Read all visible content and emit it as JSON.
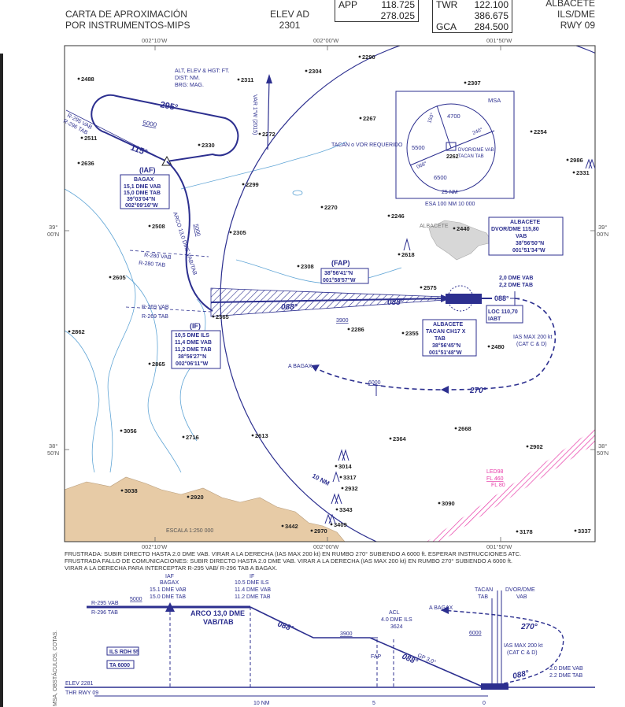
{
  "header": {
    "title_line1": "CARTA DE APROXIMACIÓN",
    "title_line2": "POR INSTRUMENTOS-MIPS",
    "elev_label": "ELEV AD",
    "elev_value": "2301",
    "app_label": "APP",
    "app_freq1": "118.725",
    "app_freq2": "278.025",
    "twr_label": "TWR",
    "twr_freq1": "122.100",
    "twr_freq2": "386.675",
    "gca_label": "GCA",
    "gca_freq": "284.500",
    "airport": "ALBACETE",
    "approach": "ILS/DME",
    "runway": "RWY 09"
  },
  "map": {
    "lon_top": [
      "002°10'W",
      "002°00'W",
      "001°50'W"
    ],
    "lon_bottom": [
      "002°10'W",
      "002°00'W",
      "001°50'W"
    ],
    "lat_left": [
      [
        "39°",
        "00'N"
      ],
      [
        "38°",
        "50'N"
      ]
    ],
    "lat_right": [
      [
        "39°",
        "00'N"
      ],
      [
        "38°",
        "50'N"
      ]
    ],
    "legend": [
      "ALT, ELEV & HGT: FT.",
      "DIST: NM.",
      "BRG: MAG."
    ],
    "elevations": [
      "2290",
      "2488",
      "2311",
      "2304",
      "2307",
      "2267",
      "2272",
      "2330",
      "2511",
      "2636",
      "2254",
      "2986",
      "2331",
      "2299",
      "2270",
      "2246",
      "2440",
      "2508",
      "2305",
      "2618",
      "2308",
      "2605",
      "2575",
      "2365",
      "2286",
      "2355",
      "2480",
      "2862",
      "2865",
      "3056",
      "2716",
      "2613",
      "2364",
      "2668",
      "2902",
      "3014",
      "3317",
      "2932",
      "3343",
      "3038",
      "2920",
      "3409",
      "3090",
      "3442",
      "2970",
      "3178",
      "3337"
    ],
    "holding": {
      "course_out": "295°",
      "course_in": "115°",
      "alt": "5000"
    },
    "var_label": "VAR 1°W (2015)",
    "tacan_note": "TACAN o VOR REQUERIDO",
    "iaf": {
      "tag": "(IAF)",
      "name": "BAGAX",
      "dme1": "15,1 DME VAB",
      "dme2": "15,0 DME TAB",
      "lat": "39°03'04''N",
      "lon": "002°09'16''W"
    },
    "if_fix": {
      "tag": "(IF)",
      "dme1": "10,5 DME ILS",
      "dme2": "11,4 DME VAB",
      "dme3": "11,2 DME TAB",
      "lat": "38°56'27''N",
      "lon": "002°06'11''W"
    },
    "fap": {
      "tag": "(FAP)",
      "lat": "38°56'41''N",
      "lon": "001°58'57''W"
    },
    "arc_label": "ARCO 13,0 DME VAB/TAB",
    "arc_alt": "5000",
    "radials": {
      "r295": "R-295 VAB",
      "r296": "R-296 TAB",
      "r280": "R-280 VAB",
      "r280t": "R-280 TAB",
      "r269": "R-269 VAB",
      "r269t": "R-269 TAB"
    },
    "final_course": "088°",
    "final_alt": "3900",
    "vor": {
      "name": "ALBACETE",
      "ident": "DVOR/DME 115,80",
      "vab": "VAB",
      "lat": "38°56'50''N",
      "lon": "001°51'34''W"
    },
    "tacan": {
      "name": "ALBACETE",
      "ident": "TACAN CH17 X",
      "tab": "TAB",
      "lat": "38°56'45''N",
      "lon": "001°51'48''W"
    },
    "loc": {
      "freq": "LOC 110,70",
      "ident": "IABT"
    },
    "dme_ends": {
      "vab": "2,0 DME VAB",
      "tab": "2,2 DME TAB"
    },
    "ias": {
      "line1": "IAS MAX 200 kt",
      "line2": "(CAT C & D)"
    },
    "missed": {
      "course": "270°",
      "alt": "6000",
      "to": "A BAGAX"
    },
    "town": "ALBACETE",
    "msa": {
      "title": "MSA",
      "n": "4700",
      "w": "5500",
      "s": "6500",
      "r150": "150°",
      "r240": "240°",
      "r068": "068°",
      "center_elev": "2262",
      "center_label1": "DVOR/DME VAB",
      "center_label2": "TACAN TAB",
      "ring": "25 NM",
      "note": "ESA 100 NM 10 000"
    },
    "ring_10nm": "10 NM",
    "restricted": {
      "id": "LED98",
      "upper": "FL 460",
      "lower": "FL 80"
    },
    "scale": "ESCALA 1:250 000"
  },
  "notes": [
    "FRUSTRADA: SUBIR DIRECTO HASTA 2.0 DME VAB. VIRAR A LA DERECHA (IAS MAX 200 kt) EN RUMBO 270° SUBIENDO A 6000 ft. ESPERAR INSTRUCCIONES ATC.",
    "FRUSTRADA FALLO DE COMUNICACIONES: SUBIR DIRECTO HASTA 2.0 DME VAB. VIRAR A LA DERECHA (IAS MAX 200 kt) EN RUMBO 270° SUBIENDO A 6000 ft.",
    "VIRAR A LA DERECHA PARA INTERCEPTAR R-295 VAB/ R-296 TAB A BAGAX."
  ],
  "profile": {
    "side_label": "MSA, OBSTÁCULOS, COTAS.",
    "r295": "R-295 VAB",
    "r296": "R-296 TAB",
    "alt5000": "5000",
    "iaf": [
      "IAF",
      "BAGAX",
      "15.1 DME VAB",
      "15.0 DME TAB"
    ],
    "if_fix": [
      "IF",
      "10.5 DME ILS",
      "11.4 DME VAB",
      "11.2 DME TAB"
    ],
    "arc": [
      "ARCO 13,0 DME",
      "VAB/TAB"
    ],
    "course": "088°",
    "alt3900": "3900",
    "acl": [
      "ACL",
      "4.0 DME ILS",
      "3624"
    ],
    "fap": "FAP",
    "gp": "GP 3,0°",
    "ils_rdh": "ILS RDH 55",
    "ta": "TA 6000",
    "tacan": [
      "TACAN",
      "TAB"
    ],
    "vor": [
      "DVOR/DME",
      "VAB"
    ],
    "to_bagax": "A BAGAX",
    "missed_course": "270°",
    "alt6000": "6000",
    "ias": [
      "IAS MAX 200 kt",
      "(CAT C & D)"
    ],
    "dme": [
      "2.0 DME VAB",
      "2.2 DME TAB"
    ],
    "course_back": "088°",
    "elev": "ELEV 2281",
    "thr": "THR RWY 09",
    "scale": [
      "10 NM",
      "5",
      "0"
    ]
  }
}
